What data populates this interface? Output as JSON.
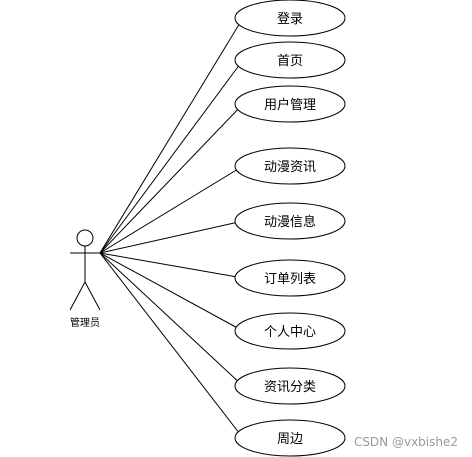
{
  "actor": {
    "label": "管理员"
  },
  "use_cases": [
    {
      "id": "login",
      "label": "登录"
    },
    {
      "id": "home",
      "label": "首页"
    },
    {
      "id": "user-management",
      "label": "用户管理"
    },
    {
      "id": "anime-news",
      "label": "动漫资讯"
    },
    {
      "id": "anime-info",
      "label": "动漫信息"
    },
    {
      "id": "order-list",
      "label": "订单列表"
    },
    {
      "id": "personal-center",
      "label": "个人中心"
    },
    {
      "id": "news-category",
      "label": "资讯分类"
    },
    {
      "id": "surroundings",
      "label": "周边"
    }
  ],
  "watermark": "CSDN @vxbishe2"
}
